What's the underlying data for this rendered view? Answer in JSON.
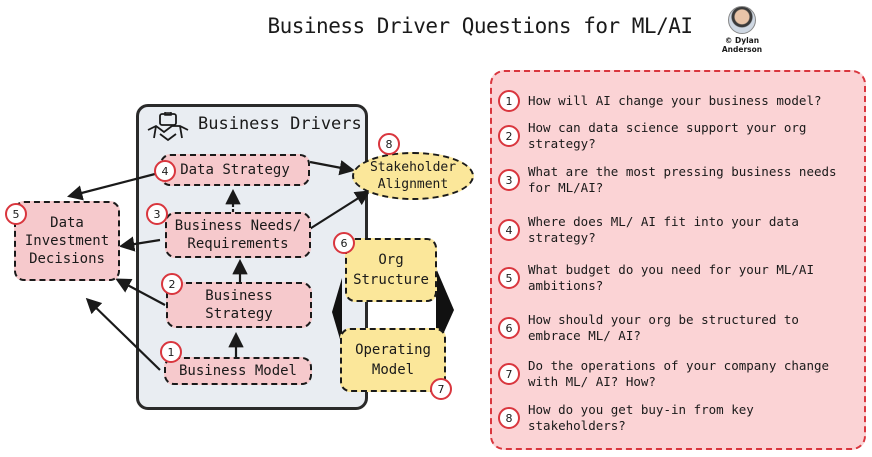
{
  "title": "Business Driver Questions for ML/AI",
  "credit": {
    "line1": "© Dylan",
    "line2": "Anderson"
  },
  "drivers": {
    "title": "Business Drivers",
    "icon": "handshake-briefcase-icon",
    "nodes": [
      {
        "num": "1",
        "label": "Business Model"
      },
      {
        "num": "2",
        "label": "Business Strategy"
      },
      {
        "num": "3",
        "label": "Business Needs/ Requirements"
      },
      {
        "num": "4",
        "label": "Data Strategy"
      }
    ]
  },
  "data_investment": {
    "num": "5",
    "label": "Data Investment Decisions"
  },
  "org_structure": {
    "num": "6",
    "label": "Org Structure"
  },
  "operating_model": {
    "num": "7",
    "label": "Operating Model"
  },
  "stakeholder": {
    "num": "8",
    "label": "Stakeholder Alignment"
  },
  "questions": [
    {
      "num": "1",
      "text": "How will AI change your business model?"
    },
    {
      "num": "2",
      "text": "How can data science support your org strategy?"
    },
    {
      "num": "3",
      "text": "What are the most pressing business needs for ML/AI?"
    },
    {
      "num": "4",
      "text": "Where does ML/ AI fit into your data strategy?"
    },
    {
      "num": "5",
      "text": "What budget do you need for your ML/AI ambitions?"
    },
    {
      "num": "6",
      "text": "How should your org be structured to embrace ML/ AI?"
    },
    {
      "num": "7",
      "text": "Do the operations of your company change with ML/ AI? How?"
    },
    {
      "num": "8",
      "text": "How do you get buy-in from key stakeholders?"
    }
  ],
  "colors": {
    "pink": "#f6c9cc",
    "yellow": "#fbe79a",
    "red": "#d9363e",
    "panel": "#fbd3d5",
    "grey": "#e9edf2"
  }
}
